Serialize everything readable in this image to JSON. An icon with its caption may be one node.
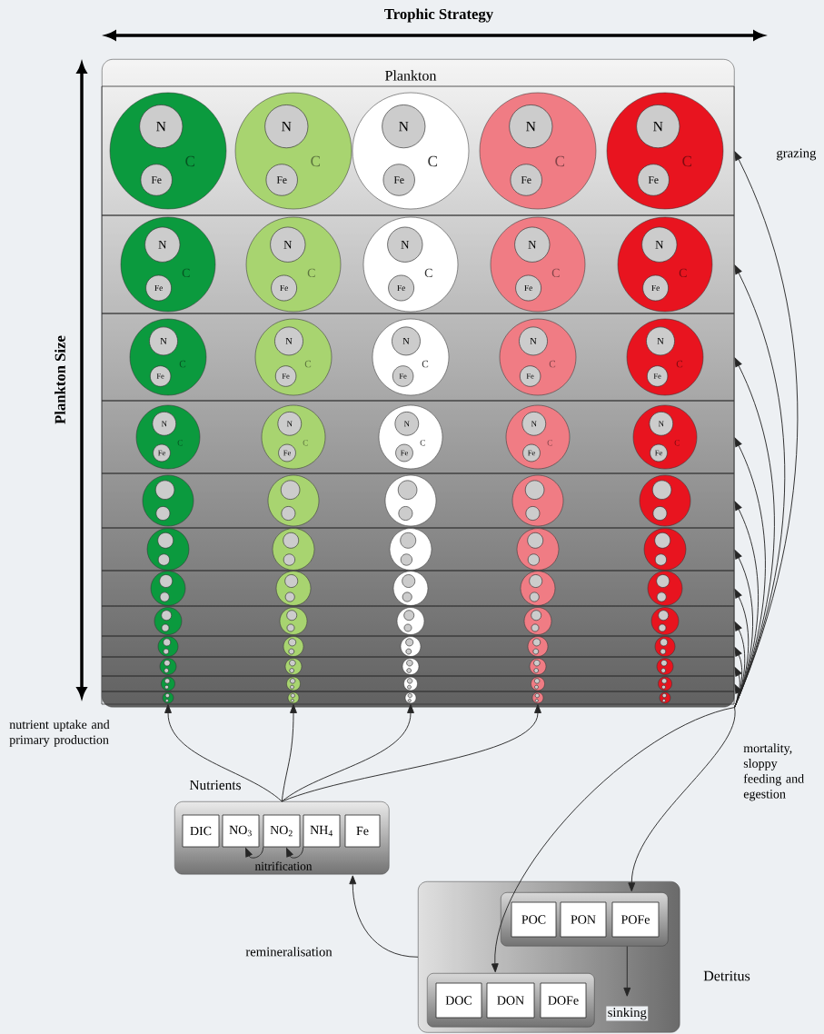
{
  "diagram": {
    "nodes": [
      {
        "text": [
          "Plankton"
        ]
      },
      {
        "text": [],
        "shape": "band",
        "in": 0
      },
      {
        "text": [
          "C"
        ],
        "in": 1
      },
      {
        "text": [
          "N"
        ],
        "in": 2
      },
      {
        "text": [
          "Fe"
        ],
        "in": 2
      },
      {
        "text": [
          "C"
        ],
        "in": 1
      },
      {
        "text": [
          "N"
        ],
        "in": 5
      },
      {
        "text": [
          "Fe"
        ],
        "in": 5
      },
      {
        "text": [
          "C"
        ],
        "in": 1
      },
      {
        "text": [
          "N"
        ],
        "in": 8
      },
      {
        "text": [
          "Fe"
        ],
        "in": 8
      },
      {
        "text": [
          "C"
        ],
        "in": 1
      },
      {
        "text": [
          "N"
        ],
        "in": 11
      },
      {
        "text": [
          "Fe"
        ],
        "in": 11
      },
      {
        "text": [
          "C"
        ],
        "in": 1
      },
      {
        "text": [
          "N"
        ],
        "in": 14
      },
      {
        "text": [
          "Fe"
        ],
        "in": 14
      },
      {
        "text": [],
        "shape": "band",
        "in": 0
      },
      {
        "text": [
          "C"
        ],
        "in": 17
      },
      {
        "text": [
          "N"
        ],
        "in": 18
      },
      {
        "text": [
          "Fe"
        ],
        "in": 18
      },
      {
        "text": [
          "C"
        ],
        "in": 17
      },
      {
        "text": [
          "N"
        ],
        "in": 21
      },
      {
        "text": [
          "Fe"
        ],
        "in": 21
      },
      {
        "text": [
          "C"
        ],
        "in": 17
      },
      {
        "text": [
          "N"
        ],
        "in": 24
      },
      {
        "text": [
          "Fe"
        ],
        "in": 24
      },
      {
        "text": [
          "C"
        ],
        "in": 17
      },
      {
        "text": [
          "N"
        ],
        "in": 27
      },
      {
        "text": [
          "Fe"
        ],
        "in": 27
      },
      {
        "text": [
          "C"
        ],
        "in": 17
      },
      {
        "text": [
          "N"
        ],
        "in": 30
      },
      {
        "text": [
          "Fe"
        ],
        "in": 30
      },
      {
        "text": [],
        "shape": "band",
        "in": 0
      },
      {
        "text": [
          "C"
        ],
        "in": 33
      },
      {
        "text": [
          "N"
        ],
        "in": 34
      },
      {
        "text": [
          "Fe"
        ],
        "in": 34
      },
      {
        "text": [
          "C"
        ],
        "in": 33
      },
      {
        "text": [
          "N"
        ],
        "in": 37
      },
      {
        "text": [
          "Fe"
        ],
        "in": 37
      },
      {
        "text": [
          "C"
        ],
        "in": 33
      },
      {
        "text": [
          "N"
        ],
        "in": 40
      },
      {
        "text": [
          "Fe"
        ],
        "in": 40
      },
      {
        "text": [
          "C"
        ],
        "in": 33
      },
      {
        "text": [
          "N"
        ],
        "in": 43
      },
      {
        "text": [
          "Fe"
        ],
        "in": 43
      },
      {
        "text": [
          "C"
        ],
        "in": 33
      },
      {
        "text": [
          "N"
        ],
        "in": 46
      },
      {
        "text": [
          "Fe"
        ],
        "in": 46
      },
      {
        "text": [],
        "shape": "band",
        "in": 0
      },
      {
        "text": [
          "C"
        ],
        "in": 49
      },
      {
        "text": [
          "N"
        ],
        "in": 50
      },
      {
        "text": [
          "Fe"
        ],
        "in": 50
      },
      {
        "text": [
          "C"
        ],
        "in": 49
      },
      {
        "text": [
          "N"
        ],
        "in": 53
      },
      {
        "text": [
          "Fe"
        ],
        "in": 53
      },
      {
        "text": [
          "C"
        ],
        "in": 49
      },
      {
        "text": [
          "N"
        ],
        "in": 56
      },
      {
        "text": [
          "Fe"
        ],
        "in": 56
      },
      {
        "text": [
          "C"
        ],
        "in": 49
      },
      {
        "text": [
          "N"
        ],
        "in": 59
      },
      {
        "text": [
          "Fe"
        ],
        "in": 59
      },
      {
        "text": [
          "C"
        ],
        "in": 49
      },
      {
        "text": [
          "N"
        ],
        "in": 62
      },
      {
        "text": [
          "Fe"
        ],
        "in": 62
      },
      {
        "text": [],
        "shape": "band",
        "in": 0
      },
      {
        "text": [],
        "shape": "circle",
        "in": 65
      },
      {
        "text": [],
        "shape": "circle",
        "in": 66
      },
      {
        "text": [],
        "shape": "circle",
        "in": 66
      },
      {
        "text": [],
        "shape": "circle",
        "in": 65
      },
      {
        "text": [],
        "shape": "circle",
        "in": 69
      },
      {
        "text": [],
        "shape": "circle",
        "in": 69
      },
      {
        "text": [],
        "shape": "circle",
        "in": 65
      },
      {
        "text": [],
        "shape": "circle",
        "in": 72
      },
      {
        "text": [],
        "shape": "circle",
        "in": 72
      },
      {
        "text": [],
        "shape": "circle",
        "in": 65
      },
      {
        "text": [],
        "shape": "circle",
        "in": 75
      },
      {
        "text": [],
        "shape": "circle",
        "in": 75
      },
      {
        "text": [],
        "shape": "circle",
        "in": 65
      },
      {
        "text": [],
        "shape": "circle",
        "in": 78
      },
      {
        "text": [],
        "shape": "circle",
        "in": 78
      },
      {
        "text": [],
        "shape": "band",
        "in": 0
      },
      {
        "text": [],
        "shape": "circle",
        "in": 81
      },
      {
        "text": [],
        "shape": "circle",
        "in": 82
      },
      {
        "text": [],
        "shape": "circle",
        "in": 82
      },
      {
        "text": [],
        "shape": "circle",
        "in": 81
      },
      {
        "text": [],
        "shape": "circle",
        "in": 85
      },
      {
        "text": [],
        "shape": "circle",
        "in": 85
      },
      {
        "text": [],
        "shape": "circle",
        "in": 81
      },
      {
        "text": [],
        "shape": "circle",
        "in": 88
      },
      {
        "text": [],
        "shape": "circle",
        "in": 88
      },
      {
        "text": [],
        "shape": "circle",
        "in": 81
      },
      {
        "text": [],
        "shape": "circle",
        "in": 91
      },
      {
        "text": [],
        "shape": "circle",
        "in": 91
      },
      {
        "text": [],
        "shape": "circle",
        "in": 81
      },
      {
        "text": [],
        "shape": "circle",
        "in": 94
      },
      {
        "text": [],
        "shape": "circle",
        "in": 94
      },
      {
        "text": [],
        "shape": "band",
        "in": 0
      },
      {
        "text": [],
        "shape": "circle",
        "in": 97
      },
      {
        "text": [],
        "shape": "circle",
        "in": 98
      },
      {
        "text": [],
        "shape": "circle",
        "in": 98
      },
      {
        "text": [],
        "shape": "circle",
        "in": 97
      },
      {
        "text": [],
        "shape": "circle",
        "in": 101
      },
      {
        "text": [],
        "shape": "circle",
        "in": 101
      },
      {
        "text": [],
        "shape": "circle",
        "in": 97
      },
      {
        "text": [],
        "shape": "circle",
        "in": 104
      },
      {
        "text": [],
        "shape": "circle",
        "in": 104
      },
      {
        "text": [],
        "shape": "circle",
        "in": 97
      },
      {
        "text": [],
        "shape": "circle",
        "in": 107
      },
      {
        "text": [],
        "shape": "circle",
        "in": 107
      },
      {
        "text": [],
        "shape": "circle",
        "in": 97
      },
      {
        "text": [],
        "shape": "circle",
        "in": 110
      },
      {
        "text": [],
        "shape": "circle",
        "in": 110
      },
      {
        "text": [],
        "shape": "band",
        "in": 0
      },
      {
        "text": [],
        "shape": "circle",
        "in": 113
      },
      {
        "text": [],
        "shape": "circle",
        "in": 114
      },
      {
        "text": [],
        "shape": "circle",
        "in": 114
      },
      {
        "text": [],
        "shape": "circle",
        "in": 113
      },
      {
        "text": [],
        "shape": "circle",
        "in": 117
      },
      {
        "text": [],
        "shape": "circle",
        "in": 117
      },
      {
        "text": [],
        "shape": "circle",
        "in": 113
      },
      {
        "text": [],
        "shape": "circle",
        "in": 120
      },
      {
        "text": [],
        "shape": "circle",
        "in": 120
      },
      {
        "text": [],
        "shape": "circle",
        "in": 113
      },
      {
        "text": [],
        "shape": "circle",
        "in": 123
      },
      {
        "text": [],
        "shape": "circle",
        "in": 123
      },
      {
        "text": [],
        "shape": "circle",
        "in": 113
      },
      {
        "text": [],
        "shape": "circle",
        "in": 126
      },
      {
        "text": [],
        "shape": "circle",
        "in": 126
      },
      {
        "text": [],
        "shape": "band",
        "in": 0
      },
      {
        "text": [],
        "shape": "circle",
        "in": 129
      },
      {
        "text": [],
        "shape": "circle",
        "in": 130
      },
      {
        "text": [],
        "shape": "circle",
        "in": 130
      },
      {
        "text": [],
        "shape": "circle",
        "in": 129
      },
      {
        "text": [],
        "shape": "circle",
        "in": 133
      },
      {
        "text": [],
        "shape": "circle",
        "in": 133
      },
      {
        "text": [],
        "shape": "circle",
        "in": 129
      },
      {
        "text": [],
        "shape": "circle",
        "in": 136
      },
      {
        "text": [],
        "shape": "circle",
        "in": 136
      },
      {
        "text": [],
        "shape": "circle",
        "in": 129
      },
      {
        "text": [],
        "shape": "circle",
        "in": 139
      },
      {
        "text": [],
        "shape": "circle",
        "in": 139
      },
      {
        "text": [],
        "shape": "circle",
        "in": 129
      },
      {
        "text": [],
        "shape": "circle",
        "in": 142
      },
      {
        "text": [],
        "shape": "circle",
        "in": 142
      },
      {
        "text": [],
        "shape": "band",
        "in": 0
      },
      {
        "text": [],
        "shape": "circle",
        "in": 145
      },
      {
        "text": [],
        "shape": "circle",
        "in": 146
      },
      {
        "text": [],
        "shape": "circle",
        "in": 146
      },
      {
        "text": [],
        "shape": "circle",
        "in": 145
      },
      {
        "text": [],
        "shape": "circle",
        "in": 149
      },
      {
        "text": [],
        "shape": "circle",
        "in": 149
      },
      {
        "text": [],
        "shape": "circle",
        "in": 145
      },
      {
        "text": [],
        "shape": "circle",
        "in": 152
      },
      {
        "text": [],
        "shape": "circle",
        "in": 152
      },
      {
        "text": [],
        "shape": "circle",
        "in": 145
      },
      {
        "text": [],
        "shape": "circle",
        "in": 155
      },
      {
        "text": [],
        "shape": "circle",
        "in": 155
      },
      {
        "text": [],
        "shape": "circle",
        "in": 145
      },
      {
        "text": [],
        "shape": "circle",
        "in": 158
      },
      {
        "text": [],
        "shape": "circle",
        "in": 158
      },
      {
        "text": [],
        "shape": "band",
        "in": 0
      },
      {
        "text": [],
        "shape": "circle",
        "in": 161
      },
      {
        "text": [],
        "shape": "circle",
        "in": 162
      },
      {
        "text": [],
        "shape": "circle",
        "in": 162
      },
      {
        "text": [],
        "shape": "circle",
        "in": 161
      },
      {
        "text": [],
        "shape": "circle",
        "in": 165
      },
      {
        "text": [],
        "shape": "circle",
        "in": 165
      },
      {
        "text": [],
        "shape": "circle",
        "in": 161
      },
      {
        "text": [],
        "shape": "circle",
        "in": 168
      },
      {
        "text": [],
        "shape": "circle",
        "in": 168
      },
      {
        "text": [],
        "shape": "circle",
        "in": 161
      },
      {
        "text": [],
        "shape": "circle",
        "in": 171
      },
      {
        "text": [],
        "shape": "circle",
        "in": 171
      },
      {
        "text": [],
        "shape": "circle",
        "in": 161
      },
      {
        "text": [],
        "shape": "circle",
        "in": 174
      },
      {
        "text": [],
        "shape": "circle",
        "in": 174
      },
      {
        "text": [],
        "shape": "band",
        "in": 0
      },
      {
        "text": [],
        "shape": "circle",
        "in": 177
      },
      {
        "text": [],
        "shape": "circle",
        "in": 178
      },
      {
        "text": [],
        "shape": "circle",
        "in": 178
      },
      {
        "text": [],
        "shape": "circle",
        "in": 177
      },
      {
        "text": [],
        "shape": "circle",
        "in": 181
      },
      {
        "text": [],
        "shape": "circle",
        "in": 181
      },
      {
        "text": [],
        "shape": "circle",
        "in": 177
      },
      {
        "text": [],
        "shape": "circle",
        "in": 184
      },
      {
        "text": [],
        "shape": "circle",
        "in": 184
      },
      {
        "text": [],
        "shape": "circle",
        "in": 177
      },
      {
        "text": [],
        "shape": "circle",
        "in": 187
      },
      {
        "text": [],
        "shape": "circle",
        "in": 187
      },
      {
        "text": [],
        "shape": "circle",
        "in": 177
      },
      {
        "text": [],
        "shape": "circle",
        "in": 190
      },
      {
        "text": [],
        "shape": "circle",
        "in": 190
      },
      {
        "text": [
          "Nutrients",
          "nitrification"
        ]
      },
      {
        "text": [
          "DIC"
        ],
        "in": 193
      },
      {
        "text": [
          "NO$_{3}$"
        ],
        "in": 193
      },
      {
        "text": [
          "NO$_{2}$"
        ],
        "in": 193
      },
      {
        "text": [
          "NH$_{4}$"
        ],
        "in": 193
      },
      {
        "text": [
          "Fe"
        ],
        "in": 193
      },
      {
        "text": [
          "Detritus"
        ]
      },
      {
        "text": [],
        "shape": "box",
        "in": 199
      },
      {
        "text": [
          "POC"
        ],
        "in": 200
      },
      {
        "text": [
          "PON"
        ],
        "in": 200
      },
      {
        "text": [
          "POFe"
        ],
        "in": 200
      },
      {
        "text": [],
        "shape": "box",
        "in": 199
      },
      {
        "text": [
          "DOC"
        ],
        "in": 204
      },
      {
        "text": [
          "DON"
        ],
        "in": 204
      },
      {
        "text": [
          "DOFe"
        ],
        "in": 204
      }
    ],
    "edges": [
      {
        "from": 0,
        "to": 1,
        "arrow": "to",
        "label": "grazing"
      },
      {
        "from": 0,
        "to": 17,
        "arrow": "to"
      },
      {
        "from": 0,
        "to": 33,
        "arrow": "to"
      },
      {
        "from": 0,
        "to": 49,
        "arrow": "to"
      },
      {
        "from": 0,
        "to": 65,
        "arrow": "to"
      },
      {
        "from": 0,
        "to": 81,
        "arrow": "to"
      },
      {
        "from": 0,
        "to": 97,
        "arrow": "to"
      },
      {
        "from": 0,
        "to": 113,
        "arrow": "to"
      },
      {
        "from": 0,
        "to": 129,
        "arrow": "to"
      },
      {
        "from": 0,
        "to": 145,
        "arrow": "to"
      },
      {
        "from": 0,
        "to": 161,
        "arrow": "to"
      },
      {
        "from": 193,
        "to": 178,
        "arrow": "to"
      },
      {
        "from": 193,
        "to": 181,
        "arrow": "to"
      },
      {
        "from": 193,
        "to": 184,
        "arrow": "to"
      },
      {
        "from": 193,
        "to": 187,
        "arrow": "to"
      },
      {
        "from": 197,
        "to": 196,
        "arrow": "to"
      },
      {
        "from": 196,
        "to": 195,
        "arrow": "to"
      },
      {
        "from": 0,
        "to": 200,
        "arrow": "to"
      },
      {
        "from": 0,
        "to": 204,
        "arrow": "to"
      },
      {
        "from": 200,
        "to": null,
        "arrow": "to",
        "label": "sinking"
      },
      {
        "from": 199,
        "to": 193,
        "arrow": "to",
        "label": "remineralisation"
      }
    ],
    "labels": [
      "Trophic Strategy",
      "Plankton Size",
      "nutrient uptake and primary production",
      "mortality, sloppy feeding and egestion"
    ]
  }
}
